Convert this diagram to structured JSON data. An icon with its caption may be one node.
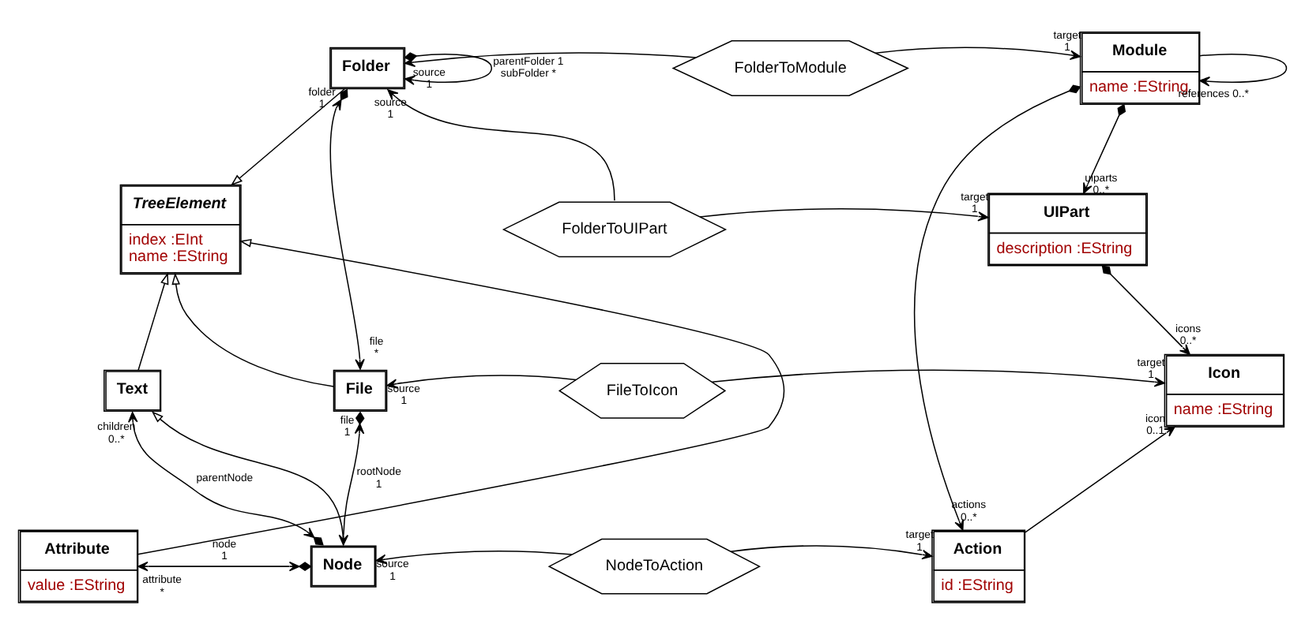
{
  "diagram": {
    "nodes": [
      {
        "text": [
          "Folder"
        ]
      },
      {
        "text": [
          "FolderToModule"
        ]
      },
      {
        "text": [
          "Module",
          "name :EString"
        ]
      },
      {
        "text": [
          "TreeElement",
          "index :EInt",
          "name :EString"
        ]
      },
      {
        "text": [
          "FolderToUIPart"
        ]
      },
      {
        "text": [
          "UIPart",
          "description :EString"
        ]
      },
      {
        "text": [
          "File"
        ]
      },
      {
        "text": [
          "FileToIcon"
        ]
      },
      {
        "text": [
          "Icon",
          "name :EString"
        ]
      },
      {
        "text": [
          "Text"
        ]
      },
      {
        "text": [
          "Attribute",
          "value :EString"
        ]
      },
      {
        "text": [
          "Node"
        ]
      },
      {
        "text": [
          "NodeToAction"
        ]
      },
      {
        "text": [
          "Action",
          "id :EString"
        ]
      }
    ],
    "edges": [
      {
        "from": 0,
        "to": 0,
        "arrow": "to"
      },
      {
        "from": 0,
        "to": 3,
        "arrow": "to"
      },
      {
        "from": 1,
        "to": 0,
        "arrow": "to"
      },
      {
        "from": 1,
        "to": 2,
        "arrow": "to"
      },
      {
        "from": 2,
        "to": 5,
        "arrow": "to"
      },
      {
        "from": 2,
        "to": 2,
        "arrow": "to"
      },
      {
        "from": 4,
        "to": 0,
        "arrow": "to"
      },
      {
        "from": 4,
        "to": 5,
        "arrow": "to"
      },
      {
        "from": 0,
        "to": 6,
        "arrow": "both"
      },
      {
        "from": 5,
        "to": 8,
        "arrow": "to"
      },
      {
        "from": 7,
        "to": 6,
        "arrow": "to"
      },
      {
        "from": 7,
        "to": 8,
        "arrow": "to"
      },
      {
        "from": 6,
        "to": 3,
        "arrow": "to"
      },
      {
        "from": 9,
        "to": 3,
        "arrow": "to"
      },
      {
        "from": 10,
        "to": 3,
        "arrow": "to"
      },
      {
        "from": 11,
        "to": 9,
        "arrow": "to"
      },
      {
        "from": 6,
        "to": 11,
        "arrow": "both"
      },
      {
        "from": 11,
        "to": 9,
        "arrow": "both"
      },
      {
        "from": 11,
        "to": 10,
        "arrow": "both"
      },
      {
        "from": 2,
        "to": 13,
        "arrow": "to"
      },
      {
        "from": 13,
        "to": 8,
        "arrow": "to"
      },
      {
        "from": 12,
        "to": 11,
        "arrow": "to"
      },
      {
        "from": 12,
        "to": 13,
        "arrow": "to"
      }
    ],
    "labels": [
      "parentFolder 1",
      "subFolder *",
      "source",
      "1",
      "target",
      "1",
      "uiparts",
      "0..*",
      "references 0..*",
      "source",
      "1",
      "target",
      "1",
      "folder",
      "1",
      "file",
      "*",
      "icons",
      "0..*",
      "source",
      "1",
      "target",
      "1",
      "file",
      "1",
      "rootNode",
      "1",
      "parentNode",
      "children",
      "0..*",
      "node",
      "1",
      "attribute",
      "*",
      "actions",
      "0..*",
      "icon",
      "0..1",
      "source",
      "1",
      "target",
      "1"
    ]
  }
}
